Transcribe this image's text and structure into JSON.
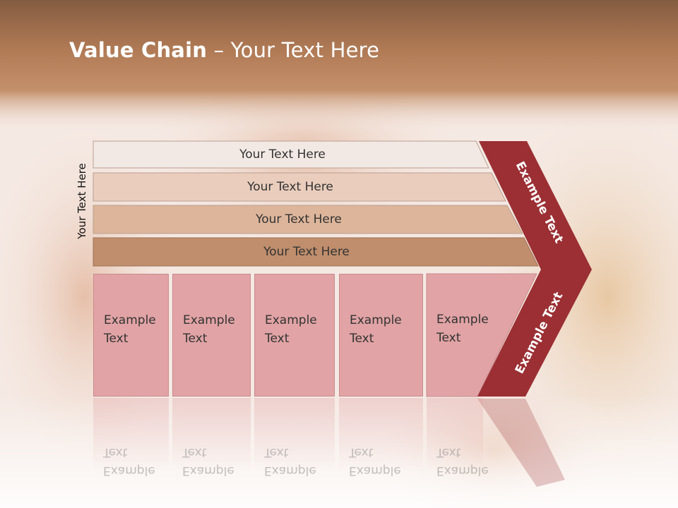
{
  "title": {
    "bold": "Value Chain",
    "rest": " – Your Text Here"
  },
  "side_label": "Your Text Here",
  "rows": [
    "Your Text Here",
    "Your Text Here",
    "Your Text Here",
    "Your Text Here"
  ],
  "cards": [
    "Example Text",
    "Example Text",
    "Example Text",
    "Example Text",
    "Example Text"
  ],
  "chevron": {
    "upper": "Example Text",
    "lower": "Example Text"
  },
  "colors": {
    "header": "#a97650",
    "row1": "#f3e9e4",
    "row2": "#eacdbd",
    "row3": "#ddb59a",
    "row4": "#c08e6c",
    "card": "#e1a3a5",
    "chevron": "#9b2f33"
  }
}
